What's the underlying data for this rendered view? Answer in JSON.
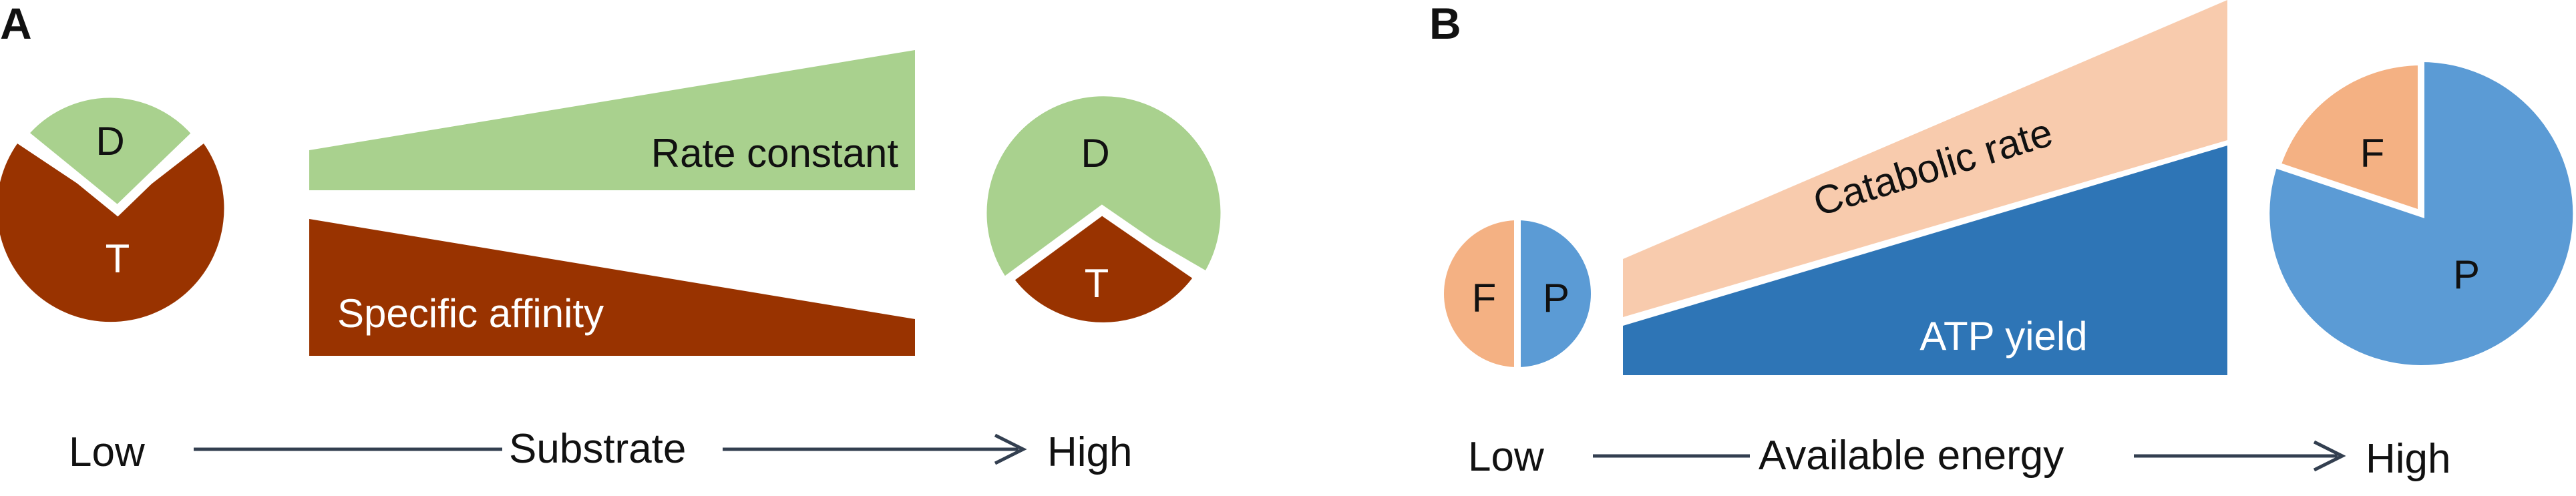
{
  "colors": {
    "green": "#a9d18e",
    "brown": "#993300",
    "peach_light": "#f8cbad",
    "orange": "#f4b183",
    "blue_light": "#5b9bd5",
    "blue_dark": "#2e75b6",
    "text_dark": "#111111",
    "text_light": "#ffffff",
    "arrow": "#333f50"
  },
  "panel_a": {
    "letter": "A",
    "left_pie": {
      "top_label": "D",
      "bottom_label": "T"
    },
    "right_pie": {
      "top_label": "D",
      "bottom_label": "T"
    },
    "rate_constant": "Rate constant",
    "specific_affinity": "Specific affinity",
    "axis": {
      "low": "Low",
      "middle": "Substrate",
      "high": "High"
    }
  },
  "panel_b": {
    "letter": "B",
    "small_pie": {
      "left_label": "F",
      "right_label": "P"
    },
    "large_pie": {
      "small_label": "F",
      "large_label": "P"
    },
    "catabolic_rate": "Catabolic rate",
    "atp_yield": "ATP yield",
    "axis": {
      "low": "Low",
      "middle": "Available energy",
      "high": "High"
    }
  }
}
